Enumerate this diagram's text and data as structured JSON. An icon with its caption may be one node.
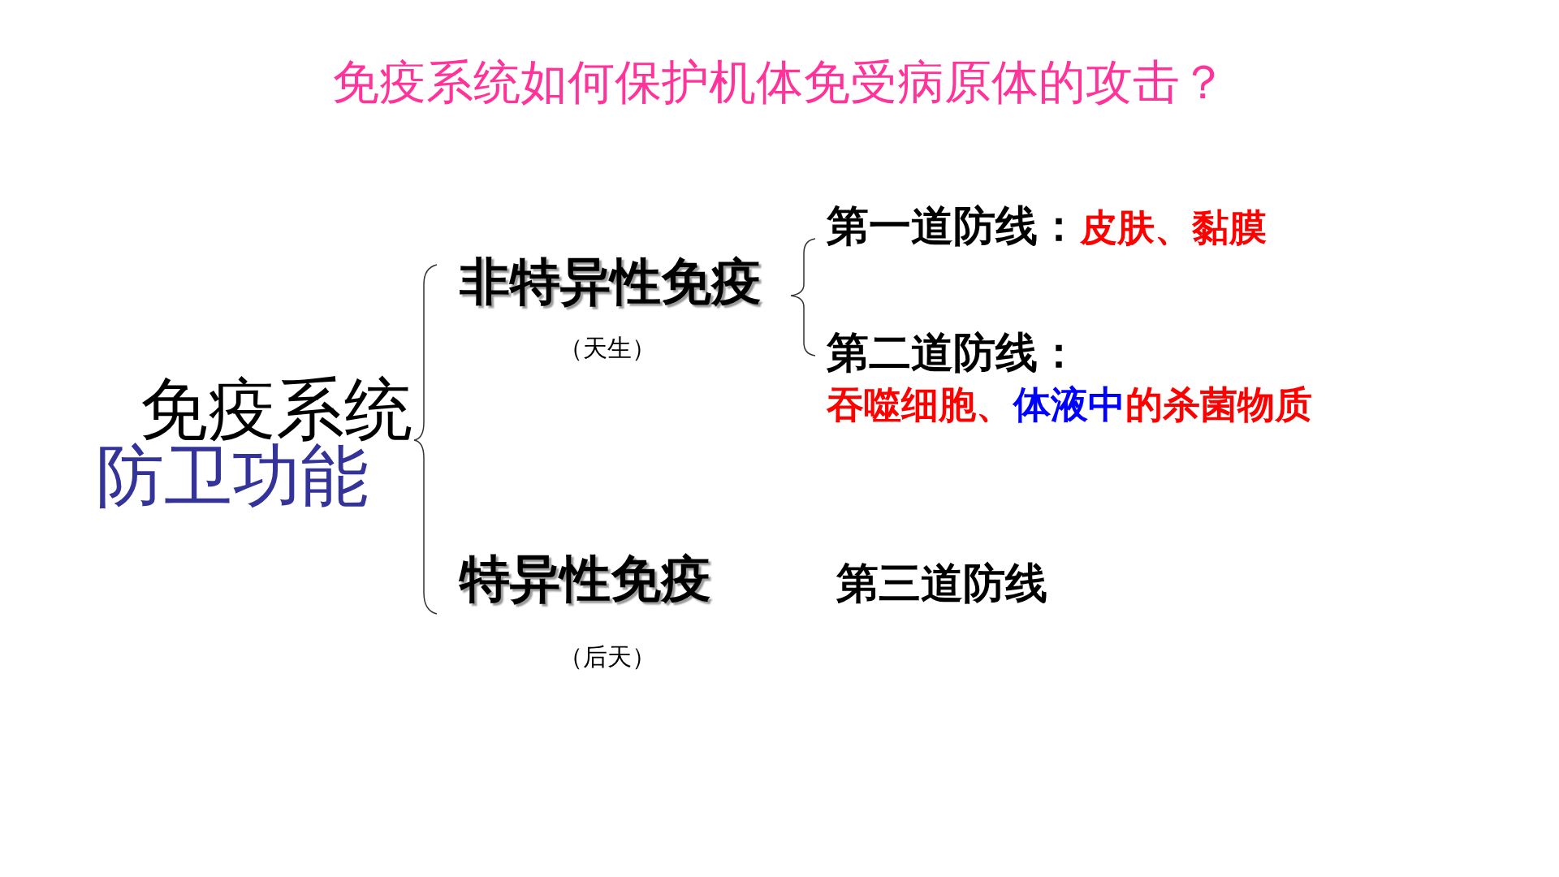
{
  "diagram": {
    "title": "免疫系统如何保护机体免受病原体的攻击？",
    "labels": [
      "免疫系统",
      "防卫功能",
      "非特异性免疫",
      "（天生）",
      "第一道防线：",
      "皮肤、黏膜",
      "第二道防线：",
      "吞噬细胞、",
      "体液中",
      "的杀菌物质",
      "特异性免疫",
      "第三道防线",
      "（后天）"
    ]
  }
}
